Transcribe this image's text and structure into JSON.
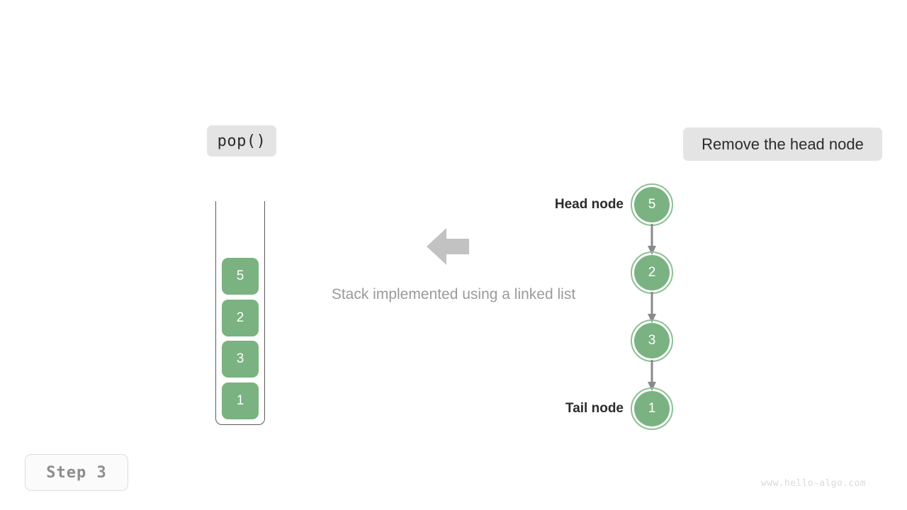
{
  "background_color": "#ffffff",
  "operation": {
    "label": "pop()",
    "chip_color": "#e4e4e4"
  },
  "action": {
    "label": "Remove the head node",
    "chip_color": "#e4e4e4"
  },
  "caption": {
    "text": "Stack implemented using a linked list",
    "color": "#9a9a9a"
  },
  "flow_arrow": {
    "direction": "left",
    "color": "#c2c2c2",
    "icon": "arrow-left-icon"
  },
  "step": {
    "label": "Step 3",
    "text_color": "#8d8d8d"
  },
  "watermark": {
    "text": "www.hello-algo.com",
    "color": "#dadada"
  },
  "palette": {
    "node_fill": "#7ab281",
    "node_ring": "#8cc195",
    "node_text": "#ffffff",
    "connector": "#8a8a8a",
    "container_stroke": "#5a5a5a"
  },
  "stack": {
    "name": "stack-container",
    "orientation": "vertical",
    "open_side": "top",
    "cells": [
      {
        "value": "5"
      },
      {
        "value": "2"
      },
      {
        "value": "3"
      },
      {
        "value": "1"
      }
    ]
  },
  "linked_list": {
    "name": "linked-list",
    "direction": "head-to-tail-downward",
    "head_label": "Head node",
    "tail_label": "Tail node",
    "nodes": [
      {
        "value": "5",
        "role": "head",
        "label": "Head node"
      },
      {
        "value": "2",
        "role": "middle",
        "label": ""
      },
      {
        "value": "3",
        "role": "middle",
        "label": ""
      },
      {
        "value": "1",
        "role": "tail",
        "label": "Tail node"
      }
    ]
  }
}
